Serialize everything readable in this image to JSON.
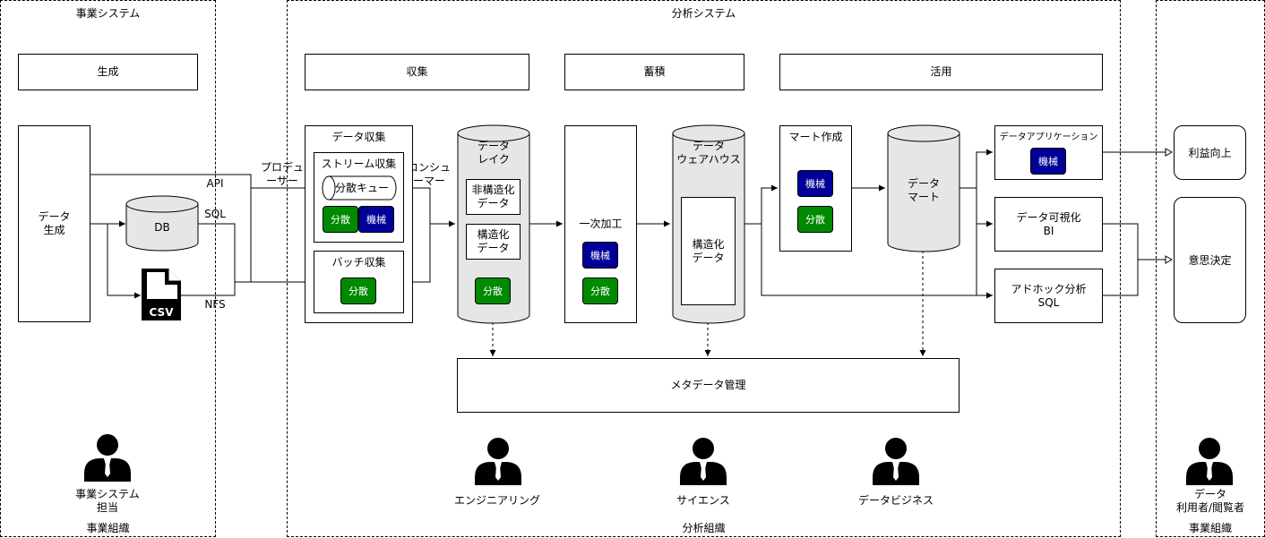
{
  "zones": {
    "business": "事業システム",
    "analysis": "分析システム",
    "business_org_left": "事業組織",
    "analysis_org": "分析組織",
    "business_org_right": "事業組織"
  },
  "phases": {
    "generate": "生成",
    "collect": "収集",
    "store": "蓄積",
    "use": "活用"
  },
  "nodes": {
    "data_gen": "データ\n生成",
    "db": "DB",
    "csv": "CSV",
    "data_collect": "データ収集",
    "stream_collect": "ストリーム収集",
    "dist_queue": "分散キュー",
    "batch_collect": "バッチ収集",
    "data_lake": "データ\nレイク",
    "unstructured": "非構造化\nデータ",
    "structured_lake": "構造化\nデータ",
    "first_process": "一次加工",
    "dwh": "データ\nウェアハウス",
    "structured_dwh": "構造化\nデータ",
    "mart_create": "マート作成",
    "data_mart": "データ\nマート",
    "data_app": "データアプリケーション",
    "data_viz": "データ可視化\nBI",
    "adhoc": "アドホック分析\nSQL",
    "profit": "利益向上",
    "decision": "意思決定",
    "metadata": "メタデータ管理"
  },
  "tags": {
    "distributed": "分散",
    "machine": "機械"
  },
  "edges": {
    "api": "API",
    "sql": "SQL",
    "nfs": "NFS",
    "producer": "プロデュ\nーサー",
    "consumer": "コンシュ\nーマー"
  },
  "people": {
    "biz_owner": "事業システム\n担当",
    "engineering": "エンジニアリング",
    "science": "サイエンス",
    "data_business": "データビジネス",
    "data_users": "データ\n利用者/閲覧者"
  },
  "colors": {
    "distributed_tag": "#008a00",
    "machine_tag": "#000099",
    "cylinder_fill": "#e6e6e6"
  }
}
